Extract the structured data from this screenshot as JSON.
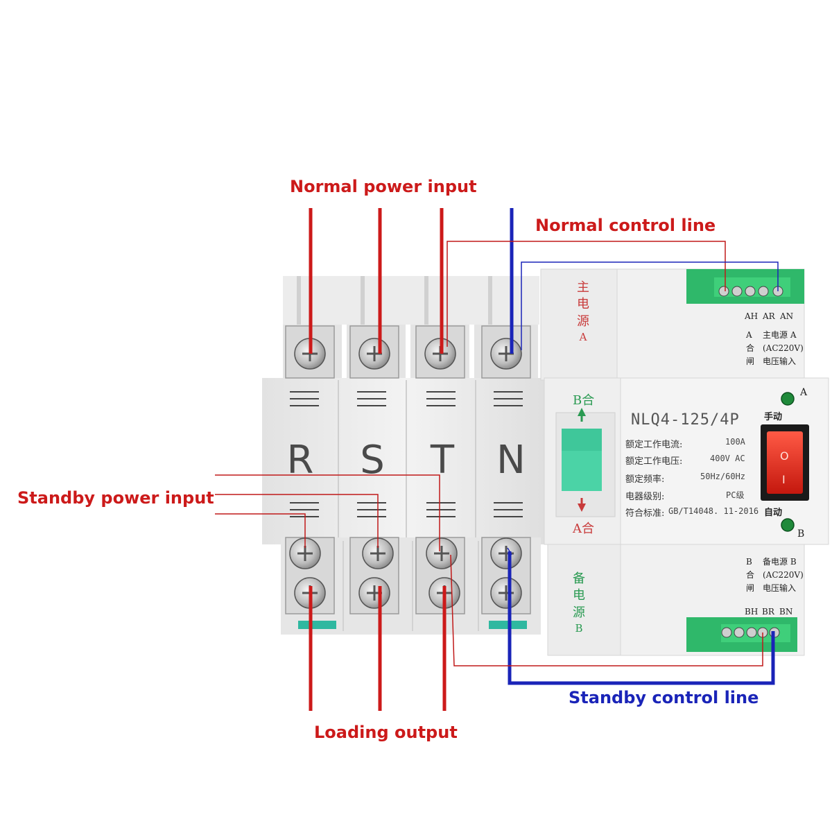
{
  "callouts": {
    "normal_power_input": "Normal power input",
    "normal_control_line": "Normal control line",
    "standby_power_input": "Standby power input",
    "loading_output": "Loading output",
    "standby_control_line": "Standby control line"
  },
  "poles": [
    "R",
    "S",
    "T",
    "N"
  ],
  "main_source_label": [
    "主",
    "电",
    "源",
    "A"
  ],
  "standby_source_label": [
    "备",
    "电",
    "源",
    "B"
  ],
  "top_terminal": {
    "pins": [
      "AH",
      "AR",
      "AN"
    ],
    "side_chars": [
      "A",
      "合",
      "闸"
    ],
    "lines": [
      "主电源 A",
      "(AC220V)",
      "电压输入"
    ]
  },
  "bottom_terminal": {
    "side_chars": [
      "B",
      "合",
      "闸"
    ],
    "lines": [
      "备电源 B",
      "(AC220V)",
      "电压输入"
    ],
    "pins": [
      "BH",
      "BR",
      "BN"
    ]
  },
  "switch": {
    "top_label": "B合",
    "bottom_label": "A合"
  },
  "model": "NLQ4-125/4P",
  "specs": [
    {
      "label": "额定工作电流:",
      "value": "100A"
    },
    {
      "label": "额定工作电压:",
      "value": "400V AC"
    },
    {
      "label": "额定频率:",
      "value": "50Hz/60Hz"
    },
    {
      "label": "电器级别:",
      "value": "PC级"
    },
    {
      "label": "符合标准:",
      "value": "GB/T14048. 11-2016"
    }
  ],
  "knob": {
    "manual": "手动",
    "auto": "自动",
    "on_symbol": "O",
    "off_symbol": "I"
  },
  "leds": {
    "a": "A",
    "b": "B"
  },
  "colors": {
    "power_wire": "#cc1a1a",
    "neutral_wire": "#1a24b8",
    "thin_wire": "#c01818",
    "body": "#ededed",
    "terminal_green": "#2fb86a",
    "switch_green": "#3fc79a",
    "knob_red": "#e02a1a"
  }
}
